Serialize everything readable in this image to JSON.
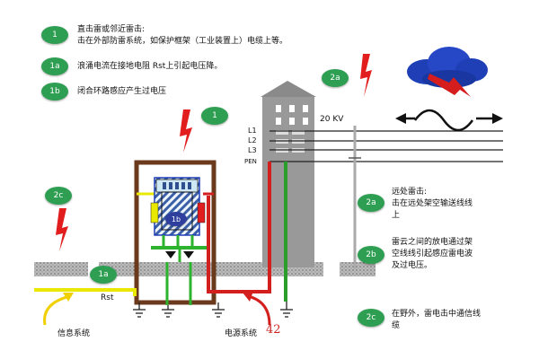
{
  "legend_top": [
    {
      "id": "1",
      "lines": [
        "直击雷或邻近雷击:",
        "击在外部防雷系统，如保护框架（工业装置上）电缆上等。"
      ]
    },
    {
      "id": "1a",
      "lines": [
        "浪涌电流在接地电阻 Rst上引起电压降。"
      ]
    },
    {
      "id": "1b",
      "lines": [
        "闭合环路感应产生过电压"
      ]
    }
  ],
  "legend_right": [
    {
      "id": "2a",
      "lines": [
        "远处雷击:",
        "击在远处架空输送线线",
        "上"
      ]
    },
    {
      "id": "2b",
      "lines": [
        "雷云之间的放电通过架",
        "空线线引起感应雷电波",
        "及过电压。"
      ]
    },
    {
      "id": "2c",
      "lines": [
        "在野外，雷电击中通信线",
        "缆"
      ]
    }
  ],
  "diagram_badges": {
    "b1": "1",
    "b1a": "1a",
    "b1b": "1b",
    "b2a": "2a",
    "b2c": "2c"
  },
  "labels": {
    "l1": "L1",
    "l2": "L2",
    "l3": "L3",
    "pen": "PEN",
    "voltage": "20 KV",
    "rst": "Rst",
    "info_system": "信息系统",
    "power_system": "电源系统",
    "page_number": "42"
  }
}
